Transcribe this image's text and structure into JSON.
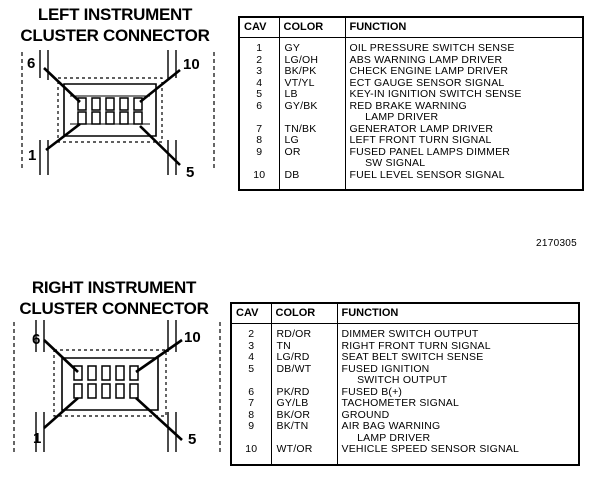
{
  "left": {
    "title_line1": "LEFT INSTRUMENT",
    "title_line2": "CLUSTER CONNECTOR",
    "pin_labels": {
      "top_left": "6",
      "top_right": "10",
      "bottom_left": "1",
      "bottom_right": "5"
    },
    "headers": {
      "cav": "CAV",
      "color": "COLOR",
      "function": "FUNCTION"
    },
    "rows": [
      {
        "cav": "1",
        "color": "GY",
        "function": "OIL PRESSURE SWITCH SENSE"
      },
      {
        "cav": "2",
        "color": "LG/OH",
        "function": "ABS WARNING LAMP DRIVER"
      },
      {
        "cav": "3",
        "color": "BK/PK",
        "function": "CHECK ENGINE LAMP DRIVER"
      },
      {
        "cav": "4",
        "color": "VT/YL",
        "function": "ECT GAUGE SENSOR SIGNAL"
      },
      {
        "cav": "5",
        "color": "LB",
        "function": "KEY-IN IGNITION SWITCH SENSE"
      },
      {
        "cav": "6",
        "color": "GY/BK",
        "function": "RED BRAKE WARNING\n     LAMP DRIVER"
      },
      {
        "cav": "7",
        "color": "TN/BK",
        "function": "GENERATOR LAMP DRIVER"
      },
      {
        "cav": "8",
        "color": "LG",
        "function": "LEFT FRONT TURN SIGNAL"
      },
      {
        "cav": "9",
        "color": "OR",
        "function": "FUSED PANEL LAMPS DIMMER\n     SW SIGNAL"
      },
      {
        "cav": "10",
        "color": "DB",
        "function": "FUEL LEVEL SENSOR SIGNAL"
      }
    ]
  },
  "figure_ref": "2170305",
  "right": {
    "title_line1": "RIGHT INSTRUMENT",
    "title_line2": "CLUSTER CONNECTOR",
    "pin_labels": {
      "top_left": "6",
      "top_right": "10",
      "bottom_left": "1",
      "bottom_right": "5"
    },
    "headers": {
      "cav": "CAV",
      "color": "COLOR",
      "function": "FUNCTION"
    },
    "rows": [
      {
        "cav": "2",
        "color": "RD/OR",
        "function": "DIMMER SWITCH OUTPUT"
      },
      {
        "cav": "3",
        "color": "TN",
        "function": "RIGHT FRONT TURN SIGNAL"
      },
      {
        "cav": "4",
        "color": "LG/RD",
        "function": "SEAT BELT SWITCH SENSE"
      },
      {
        "cav": "5",
        "color": "DB/WT",
        "function": "FUSED IGNITION\n     SWITCH OUTPUT"
      },
      {
        "cav": "6",
        "color": "PK/RD",
        "function": "FUSED B(+)"
      },
      {
        "cav": "7",
        "color": "GY/LB",
        "function": "TACHOMETER SIGNAL"
      },
      {
        "cav": "8",
        "color": "BK/OR",
        "function": "GROUND"
      },
      {
        "cav": "9",
        "color": "BK/TN",
        "function": "AIR BAG WARNING\n     LAMP DRIVER"
      },
      {
        "cav": "10",
        "color": "WT/OR",
        "function": "VEHICLE SPEED SENSOR SIGNAL"
      }
    ]
  }
}
